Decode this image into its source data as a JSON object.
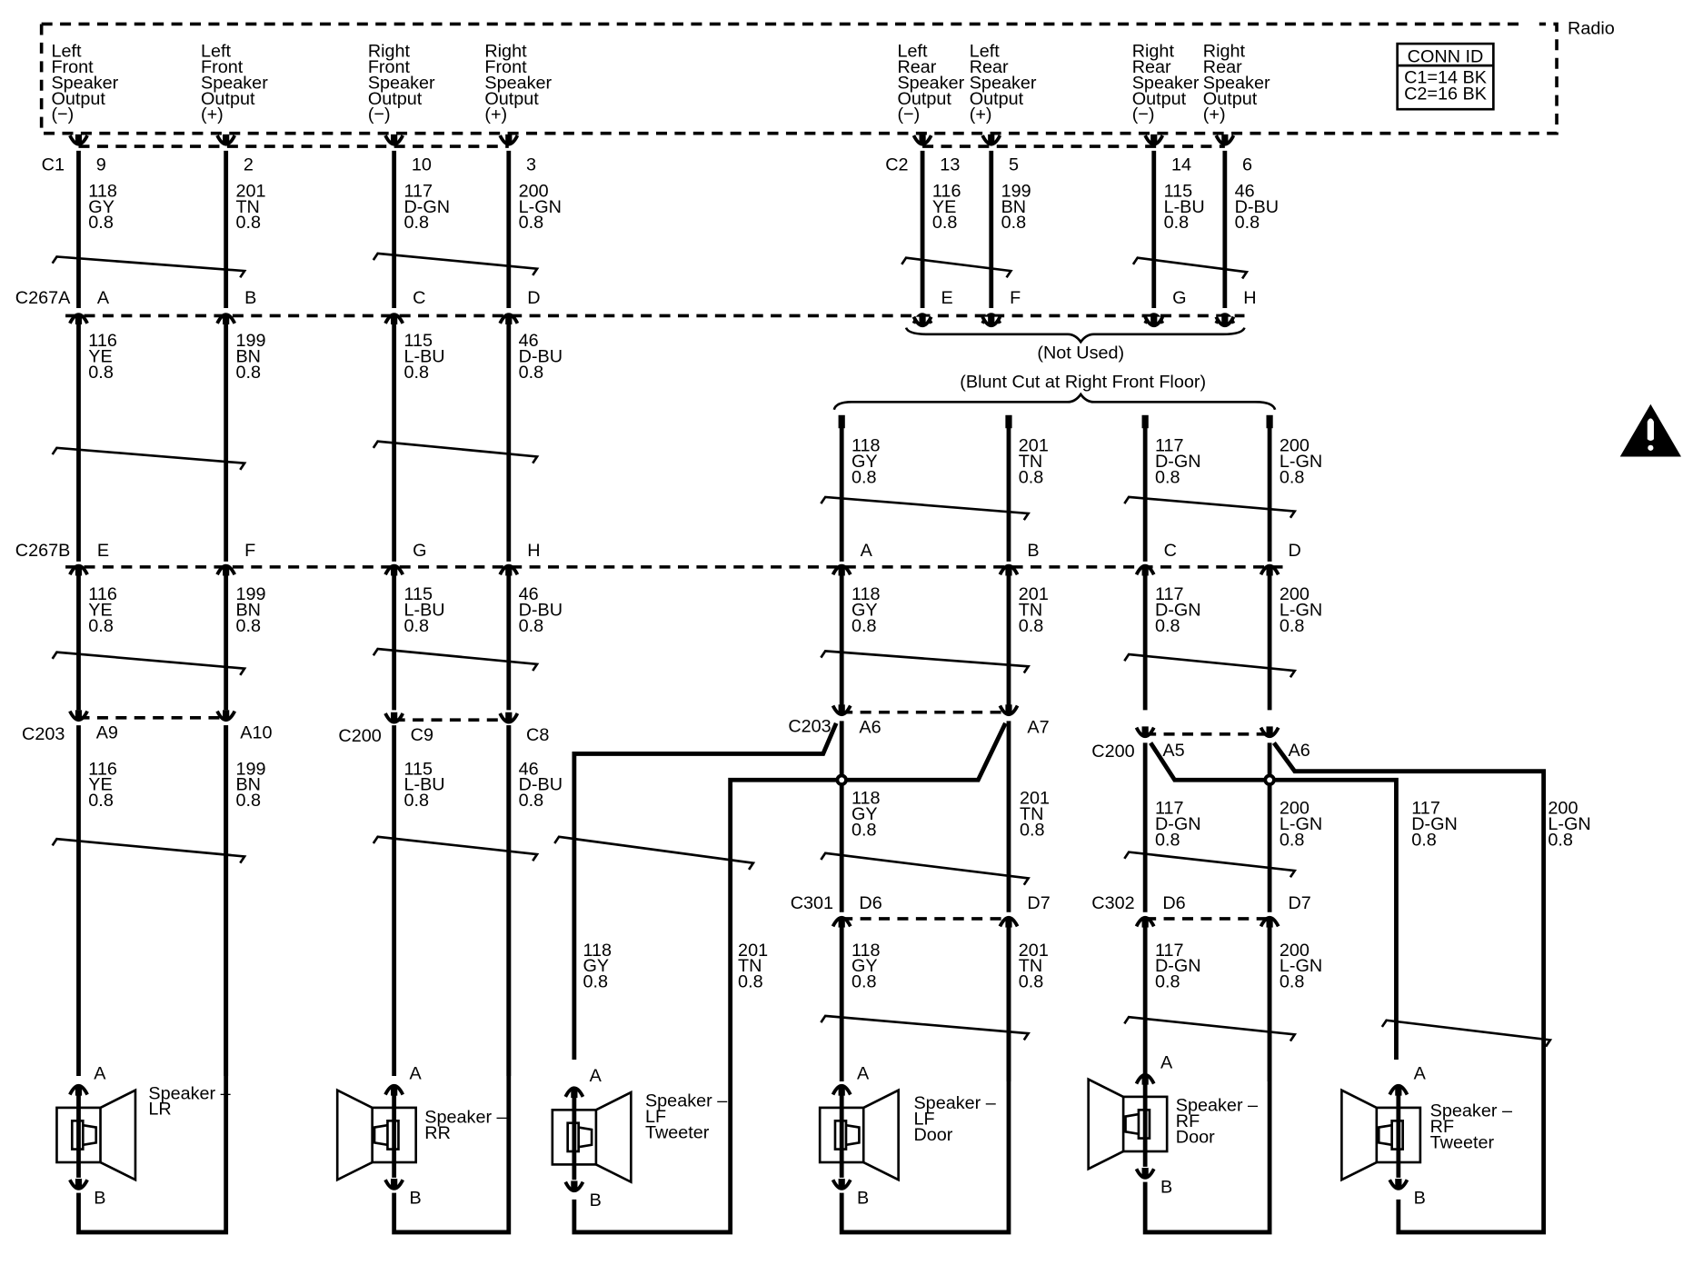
{
  "radio": {
    "title": "Radio",
    "conn_id": {
      "title": "CONN ID",
      "lines": [
        "C1=14 BK",
        "C2=16 BK"
      ]
    },
    "pins": [
      {
        "label": [
          "Left",
          "Front",
          "Speaker",
          "Output",
          "(−)"
        ],
        "conn": "C1",
        "pin": "9"
      },
      {
        "label": [
          "Left",
          "Front",
          "Speaker",
          "Output",
          "(+)"
        ],
        "conn": "",
        "pin": "2"
      },
      {
        "label": [
          "Right",
          "Front",
          "Speaker",
          "Output",
          "(−)"
        ],
        "conn": "",
        "pin": "10"
      },
      {
        "label": [
          "Right",
          "Front",
          "Speaker",
          "Output",
          "(+)"
        ],
        "conn": "",
        "pin": "3"
      },
      {
        "label": [
          "Left",
          "Rear",
          "Speaker",
          "Output",
          "(−)"
        ],
        "conn": "C2",
        "pin": "13"
      },
      {
        "label": [
          "Left",
          "Rear",
          "Speaker",
          "Output",
          "(+)"
        ],
        "conn": "",
        "pin": "5"
      },
      {
        "label": [
          "Right",
          "Rear",
          "Speaker",
          "Output",
          "(−)"
        ],
        "conn": "",
        "pin": "14"
      },
      {
        "label": [
          "Right",
          "Rear",
          "Speaker",
          "Output",
          "(+)"
        ],
        "conn": "",
        "pin": "6"
      }
    ]
  },
  "wires_radio_to_c267a": [
    [
      "118",
      "GY",
      "0.8"
    ],
    [
      "201",
      "TN",
      "0.8"
    ],
    [
      "117",
      "D-GN",
      "0.8"
    ],
    [
      "200",
      "L-GN",
      "0.8"
    ],
    [
      "116",
      "YE",
      "0.8"
    ],
    [
      "199",
      "BN",
      "0.8"
    ],
    [
      "115",
      "L-BU",
      "0.8"
    ],
    [
      "46",
      "D-BU",
      "0.8"
    ]
  ],
  "c267a": {
    "name": "C267A",
    "pins": [
      "A",
      "B",
      "C",
      "D",
      "E",
      "F",
      "G",
      "H"
    ],
    "not_used": "(Not Used)"
  },
  "wires_c267a_to_c267b": [
    [
      "116",
      "YE",
      "0.8"
    ],
    [
      "199",
      "BN",
      "0.8"
    ],
    [
      "115",
      "L-BU",
      "0.8"
    ],
    [
      "46",
      "D-BU",
      "0.8"
    ]
  ],
  "blunt_cut": {
    "label": "(Blunt Cut at Right Front Floor)",
    "wires": [
      [
        "118",
        "GY",
        "0.8"
      ],
      [
        "201",
        "TN",
        "0.8"
      ],
      [
        "117",
        "D-GN",
        "0.8"
      ],
      [
        "200",
        "L-GN",
        "0.8"
      ]
    ]
  },
  "c267b": {
    "name": "C267B",
    "pins": [
      "E",
      "F",
      "G",
      "H",
      "A",
      "B",
      "C",
      "D"
    ]
  },
  "wires_below_c267b": [
    [
      "116",
      "YE",
      "0.8"
    ],
    [
      "199",
      "BN",
      "0.8"
    ],
    [
      "115",
      "L-BU",
      "0.8"
    ],
    [
      "46",
      "D-BU",
      "0.8"
    ],
    [
      "118",
      "GY",
      "0.8"
    ],
    [
      "201",
      "TN",
      "0.8"
    ],
    [
      "117",
      "D-GN",
      "0.8"
    ],
    [
      "200",
      "L-GN",
      "0.8"
    ]
  ],
  "inline_connectors": [
    {
      "name": "C203",
      "pins": [
        "A9",
        "A10"
      ]
    },
    {
      "name": "C200",
      "pins": [
        "C9",
        "C8"
      ]
    },
    {
      "name": "C203",
      "pins": [
        "A6",
        "A7"
      ]
    },
    {
      "name": "C200",
      "pins": [
        "A5",
        "A6"
      ]
    }
  ],
  "wires_below_inline": [
    [
      "116",
      "YE",
      "0.8"
    ],
    [
      "199",
      "BN",
      "0.8"
    ],
    [
      "115",
      "L-BU",
      "0.8"
    ],
    [
      "46",
      "D-BU",
      "0.8"
    ],
    [
      "118",
      "GY",
      "0.8"
    ],
    [
      "201",
      "TN",
      "0.8"
    ],
    [
      "117",
      "D-GN",
      "0.8"
    ],
    [
      "200",
      "L-GN",
      "0.8"
    ],
    [
      "117",
      "D-GN",
      "0.8"
    ],
    [
      "200",
      "L-GN",
      "0.8"
    ]
  ],
  "tweeter_wires": [
    [
      "118",
      "GY",
      "0.8"
    ],
    [
      "201",
      "TN",
      "0.8"
    ]
  ],
  "door_connectors": [
    {
      "name": "C301",
      "pins": [
        "D6",
        "D7"
      ]
    },
    {
      "name": "C302",
      "pins": [
        "D6",
        "D7"
      ]
    }
  ],
  "door_wires": [
    [
      "118",
      "GY",
      "0.8"
    ],
    [
      "201",
      "TN",
      "0.8"
    ],
    [
      "117",
      "D-GN",
      "0.8"
    ],
    [
      "200",
      "L-GN",
      "0.8"
    ]
  ],
  "speakers": [
    {
      "name": [
        "Speaker –",
        "LR"
      ],
      "pin_a": "A",
      "pin_b": "B"
    },
    {
      "name": [
        "Speaker –",
        "RR"
      ],
      "pin_a": "A",
      "pin_b": "B"
    },
    {
      "name": [
        "Speaker –",
        "LF",
        "Tweeter"
      ],
      "pin_a": "A",
      "pin_b": "B"
    },
    {
      "name": [
        "Speaker –",
        "LF",
        "Door"
      ],
      "pin_a": "A",
      "pin_b": "B"
    },
    {
      "name": [
        "Speaker –",
        "RF",
        "Door"
      ],
      "pin_a": "A",
      "pin_b": "B"
    },
    {
      "name": [
        "Speaker –",
        "RF",
        "Tweeter"
      ],
      "pin_a": "A",
      "pin_b": "B"
    }
  ],
  "warning_icon": "caution-triangle-icon"
}
